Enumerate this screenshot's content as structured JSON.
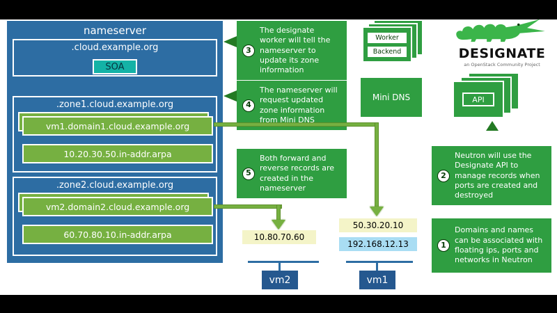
{
  "nameserver": {
    "title": "nameserver",
    "root_zone": {
      "label": ".cloud.example.org",
      "record": "SOA"
    },
    "zone1": {
      "label": ".zone1.cloud.example.org",
      "forward": "vm1.domain1.cloud.example.org",
      "reverse": "10.20.30.50.in-addr.arpa"
    },
    "zone2": {
      "label": ".zone2.cloud.example.org",
      "forward": "vm2.domain2.cloud.example.org",
      "reverse": "60.70.80.10.in-addr.arpa"
    }
  },
  "steps": {
    "s1": {
      "num": "1",
      "text": "Domains and names can be associated with floating ips, ports and networks in Neutron"
    },
    "s2": {
      "num": "2",
      "text": "Neutron will use the Designate API to manage records when ports are created and destroyed"
    },
    "s3": {
      "num": "3",
      "text": "The designate worker will tell the nameserver to update its zone information"
    },
    "s4": {
      "num": "4",
      "text": "The nameserver will request updated zone information from Mini DNS"
    },
    "s5": {
      "num": "5",
      "text": "Both forward and reverse records are created in the nameserver"
    }
  },
  "components": {
    "worker": "Worker",
    "backend": "Backend",
    "mini_dns": "Mini DNS",
    "api": "API"
  },
  "logo": {
    "name": "DESIGNATE",
    "tagline": "an OpenStack Community Project"
  },
  "vms": {
    "vm2": {
      "name": "vm2",
      "floating_ip": "10.80.70.60"
    },
    "vm1": {
      "name": "vm1",
      "floating_ip": "50.30.20.10",
      "fixed_ip": "192.168.12.13"
    }
  },
  "colors": {
    "note_green": "#2f9e41",
    "record_green": "#76b041",
    "nameserver_blue": "#2d6da3",
    "vm_blue": "#25588f",
    "soa_teal": "#14b2a6",
    "floating_ip_yellow": "#f4f4c8",
    "fixed_ip_blue": "#a9ddf3",
    "arrow_dark_green": "#237a23"
  }
}
